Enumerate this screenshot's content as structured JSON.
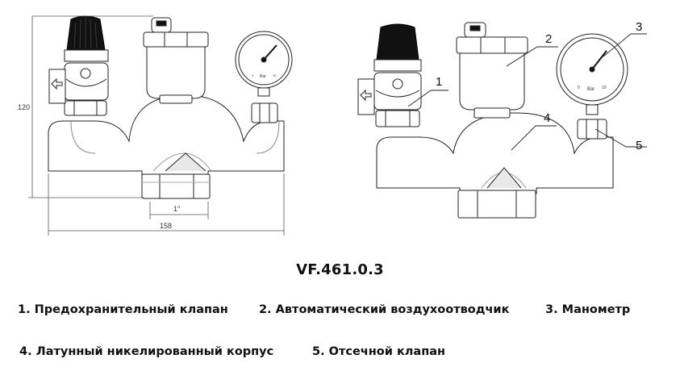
{
  "dimensions": {
    "height": "120",
    "width": "158",
    "connection": "1\""
  },
  "callouts": [
    "1",
    "2",
    "3",
    "4",
    "5"
  ],
  "gauge": {
    "unit": "Bar",
    "scale_min": "0",
    "scale_max": "10"
  },
  "model": "VF.461.0.3",
  "legend": [
    "1. Предохранительный клапан",
    "2. Автоматический воздухоотводчик",
    "3. Манометр",
    "4. Латунный никелированный корпус",
    "5. Отсечной клапан"
  ]
}
